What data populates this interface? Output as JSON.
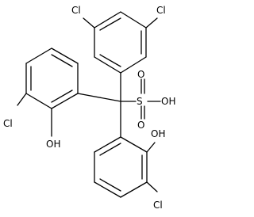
{
  "labels": {
    "cl_top_left": "Cl",
    "cl_top_right": "Cl",
    "cl_left": "Cl",
    "cl_bottom_right": "Cl",
    "oh_left": "OH",
    "oh_right": "OH",
    "sulfonic_oh": "OH",
    "sulfur": "S",
    "oxygen_top": "O",
    "oxygen_bottom": "O"
  },
  "colors": {
    "bond": "#000000",
    "text": "#000000",
    "background": "#ffffff"
  }
}
